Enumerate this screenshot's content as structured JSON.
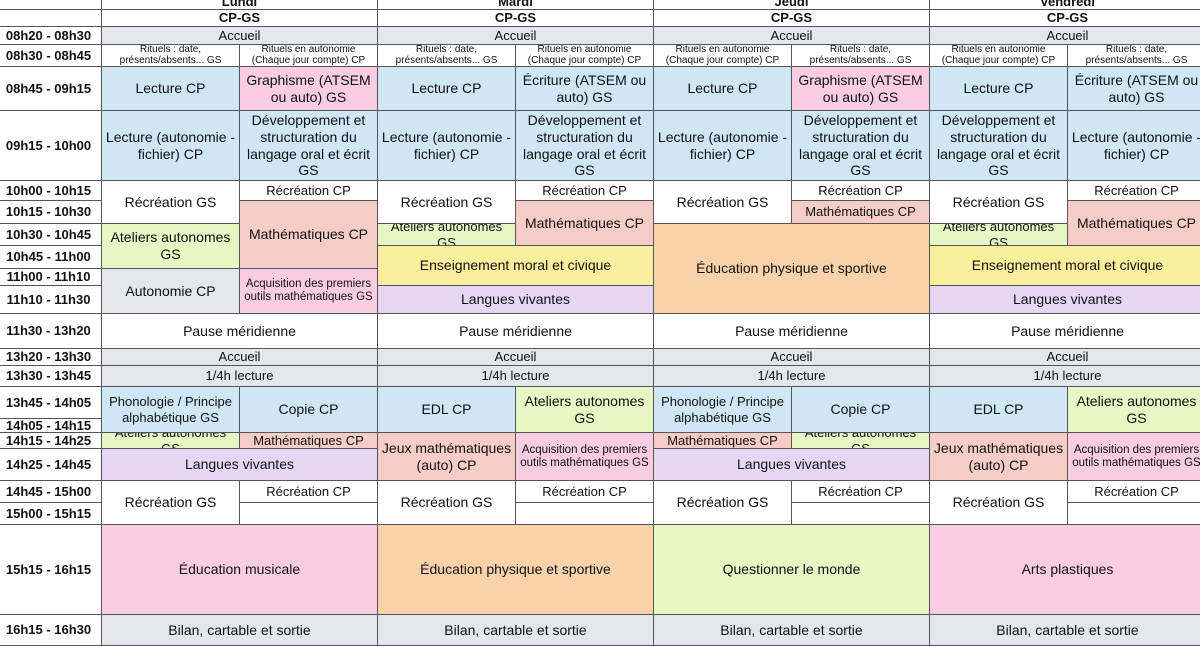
{
  "days": [
    {
      "name": "Lundi",
      "class": "CP-GS"
    },
    {
      "name": "Mardi",
      "class": "CP-GS"
    },
    {
      "name": "Jeudi",
      "class": "CP-GS"
    },
    {
      "name": "Vendredi",
      "class": "CP-GS"
    }
  ],
  "times": [
    "08h20 - 08h30",
    "08h30 - 08h45",
    "08h45 - 09h15",
    "09h15 - 10h00",
    "10h00 - 10h15",
    "10h15 - 10h30",
    "10h30 - 10h45",
    "10h45 - 11h00",
    "11h00 - 11h10",
    "11h10 - 11h30",
    "11h30 - 13h20",
    "13h20 - 13h30",
    "13h30 - 13h45",
    "13h45 - 14h05",
    "14h05 - 14h15",
    "14h15 - 14h25",
    "14h25 - 14h45",
    "14h45 - 15h00",
    "15h00 - 15h15",
    "15h15 - 16h15",
    "16h15 - 16h30"
  ],
  "colors": {
    "white": "#ffffff",
    "gray": "#e3e6ec",
    "blue": "#cfe6f5",
    "pink": "#f8cde2",
    "green": "#e6f6c4",
    "salmon": "#f6cdc6",
    "orange": "#f8d3aa",
    "yellow": "#f9ee9c",
    "purple": "#e6d6f6"
  },
  "cells": [
    {
      "day": 0,
      "col": "full",
      "r0": 0,
      "r1": 0,
      "text": "Accueil",
      "color": "gray"
    },
    {
      "day": 0,
      "col": "L",
      "r0": 1,
      "r1": 1,
      "text": "Rituels : date, présents/absents... GS",
      "color": "white",
      "size": "sz10"
    },
    {
      "day": 0,
      "col": "R",
      "r0": 1,
      "r1": 1,
      "text": "Rituels en autonomie (Chaque jour compte) CP",
      "color": "white",
      "size": "sz10"
    },
    {
      "day": 0,
      "col": "L",
      "r0": 2,
      "r1": 2,
      "text": "Lecture CP",
      "color": "blue"
    },
    {
      "day": 0,
      "col": "R",
      "r0": 2,
      "r1": 2,
      "text": "Graphisme (ATSEM ou auto) GS",
      "color": "pink"
    },
    {
      "day": 0,
      "col": "L",
      "r0": 3,
      "r1": 3,
      "text": "Lecture (autonomie - fichier) CP",
      "color": "blue"
    },
    {
      "day": 0,
      "col": "R",
      "r0": 3,
      "r1": 3,
      "text": "Développement et structuration du langage oral et écrit GS",
      "color": "blue"
    },
    {
      "day": 0,
      "col": "L",
      "r0": 4,
      "r1": 5,
      "text": "Récréation GS",
      "color": "white"
    },
    {
      "day": 0,
      "col": "R",
      "r0": 4,
      "r1": 4,
      "text": "Récréation CP",
      "color": "white"
    },
    {
      "day": 0,
      "col": "R",
      "r0": 5,
      "r1": 7,
      "text": "Mathématiques CP",
      "color": "salmon"
    },
    {
      "day": 0,
      "col": "L",
      "r0": 6,
      "r1": 7,
      "text": "Ateliers autonomes GS",
      "color": "green"
    },
    {
      "day": 0,
      "col": "L",
      "r0": 8,
      "r1": 9,
      "text": "Autonomie CP",
      "color": "gray"
    },
    {
      "day": 0,
      "col": "R",
      "r0": 8,
      "r1": 9,
      "text": "Acquisition des premiers outils mathématiques GS",
      "color": "pink",
      "size": "sz11"
    },
    {
      "day": 0,
      "col": "full",
      "r0": 10,
      "r1": 10,
      "text": "Pause méridienne",
      "color": "white"
    },
    {
      "day": 0,
      "col": "full",
      "r0": 11,
      "r1": 11,
      "text": "Accueil",
      "color": "gray"
    },
    {
      "day": 0,
      "col": "full",
      "r0": 12,
      "r1": 12,
      "text": "1/4h lecture",
      "color": "gray"
    },
    {
      "day": 0,
      "col": "L",
      "r0": 13,
      "r1": 14,
      "text": "Phonologie / Principe alphabétique GS",
      "color": "blue",
      "size": "sz13"
    },
    {
      "day": 0,
      "col": "R",
      "r0": 13,
      "r1": 14,
      "text": "Copie CP",
      "color": "blue"
    },
    {
      "day": 0,
      "col": "L",
      "r0": 15,
      "r1": 15,
      "text": "Ateliers autonomes GS",
      "color": "green",
      "size": "sz13"
    },
    {
      "day": 0,
      "col": "R",
      "r0": 15,
      "r1": 15,
      "text": "Mathématiques CP",
      "color": "salmon"
    },
    {
      "day": 0,
      "col": "full",
      "r0": 16,
      "r1": 16,
      "text": "Langues vivantes",
      "color": "purple"
    },
    {
      "day": 0,
      "col": "L",
      "r0": 17,
      "r1": 18,
      "text": "Récréation GS",
      "color": "white"
    },
    {
      "day": 0,
      "col": "R",
      "r0": 17,
      "r1": 17,
      "text": "Récréation CP",
      "color": "white"
    },
    {
      "day": 0,
      "col": "R",
      "r0": 18,
      "r1": 18,
      "text": "",
      "color": "white"
    },
    {
      "day": 0,
      "col": "full",
      "r0": 19,
      "r1": 19,
      "text": "Éducation musicale",
      "color": "pink"
    },
    {
      "day": 0,
      "col": "full",
      "r0": 20,
      "r1": 20,
      "text": "Bilan, cartable et sortie",
      "color": "gray"
    },
    {
      "day": 1,
      "col": "full",
      "r0": 0,
      "r1": 0,
      "text": "Accueil",
      "color": "gray"
    },
    {
      "day": 1,
      "col": "L",
      "r0": 1,
      "r1": 1,
      "text": "Rituels : date, présents/absents... GS",
      "color": "white",
      "size": "sz10"
    },
    {
      "day": 1,
      "col": "R",
      "r0": 1,
      "r1": 1,
      "text": "Rituels en autonomie (Chaque jour compte) CP",
      "color": "white",
      "size": "sz10"
    },
    {
      "day": 1,
      "col": "L",
      "r0": 2,
      "r1": 2,
      "text": "Lecture CP",
      "color": "blue"
    },
    {
      "day": 1,
      "col": "R",
      "r0": 2,
      "r1": 2,
      "text": "Écriture (ATSEM ou auto) GS",
      "color": "blue"
    },
    {
      "day": 1,
      "col": "L",
      "r0": 3,
      "r1": 3,
      "text": "Lecture (autonomie - fichier) CP",
      "color": "blue"
    },
    {
      "day": 1,
      "col": "R",
      "r0": 3,
      "r1": 3,
      "text": "Développement et structuration du langage oral et écrit GS",
      "color": "blue"
    },
    {
      "day": 1,
      "col": "L",
      "r0": 4,
      "r1": 5,
      "text": "Récréation GS",
      "color": "white"
    },
    {
      "day": 1,
      "col": "R",
      "r0": 4,
      "r1": 4,
      "text": "Récréation CP",
      "color": "white"
    },
    {
      "day": 1,
      "col": "R",
      "r0": 5,
      "r1": 6,
      "text": "Mathématiques CP",
      "color": "salmon"
    },
    {
      "day": 1,
      "col": "L",
      "r0": 6,
      "r1": 6,
      "text": "Ateliers autonomes GS",
      "color": "green",
      "size": "sz13"
    },
    {
      "day": 1,
      "col": "full",
      "r0": 7,
      "r1": 8,
      "text": "Enseignement moral et civique",
      "color": "yellow"
    },
    {
      "day": 1,
      "col": "full",
      "r0": 9,
      "r1": 9,
      "text": "Langues vivantes",
      "color": "purple"
    },
    {
      "day": 1,
      "col": "full",
      "r0": 10,
      "r1": 10,
      "text": "Pause méridienne",
      "color": "white"
    },
    {
      "day": 1,
      "col": "full",
      "r0": 11,
      "r1": 11,
      "text": "Accueil",
      "color": "gray"
    },
    {
      "day": 1,
      "col": "full",
      "r0": 12,
      "r1": 12,
      "text": "1/4h lecture",
      "color": "gray"
    },
    {
      "day": 1,
      "col": "L",
      "r0": 13,
      "r1": 14,
      "text": "EDL CP",
      "color": "blue"
    },
    {
      "day": 1,
      "col": "R",
      "r0": 13,
      "r1": 14,
      "text": "Ateliers autonomes GS",
      "color": "green"
    },
    {
      "day": 1,
      "col": "L",
      "r0": 15,
      "r1": 16,
      "text": "Jeux mathématiques (auto) CP",
      "color": "salmon"
    },
    {
      "day": 1,
      "col": "R",
      "r0": 15,
      "r1": 16,
      "text": "Acquisition des premiers outils mathématiques GS",
      "color": "pink",
      "size": "sz11"
    },
    {
      "day": 1,
      "col": "L",
      "r0": 17,
      "r1": 18,
      "text": "Récréation GS",
      "color": "white"
    },
    {
      "day": 1,
      "col": "R",
      "r0": 17,
      "r1": 17,
      "text": "Récréation CP",
      "color": "white"
    },
    {
      "day": 1,
      "col": "R",
      "r0": 18,
      "r1": 18,
      "text": "",
      "color": "white"
    },
    {
      "day": 1,
      "col": "full",
      "r0": 19,
      "r1": 19,
      "text": "Éducation physique et sportive",
      "color": "orange"
    },
    {
      "day": 1,
      "col": "full",
      "r0": 20,
      "r1": 20,
      "text": "Bilan, cartable et sortie",
      "color": "gray"
    },
    {
      "day": 2,
      "col": "full",
      "r0": 0,
      "r1": 0,
      "text": "Accueil",
      "color": "gray"
    },
    {
      "day": 2,
      "col": "L",
      "r0": 1,
      "r1": 1,
      "text": "Rituels en autonomie (Chaque jour compte) CP",
      "color": "white",
      "size": "sz10"
    },
    {
      "day": 2,
      "col": "R",
      "r0": 1,
      "r1": 1,
      "text": "Rituels : date, présents/absents... GS",
      "color": "white",
      "size": "sz10"
    },
    {
      "day": 2,
      "col": "L",
      "r0": 2,
      "r1": 2,
      "text": "Lecture CP",
      "color": "blue"
    },
    {
      "day": 2,
      "col": "R",
      "r0": 2,
      "r1": 2,
      "text": "Graphisme (ATSEM ou auto) GS",
      "color": "pink"
    },
    {
      "day": 2,
      "col": "L",
      "r0": 3,
      "r1": 3,
      "text": "Lecture (autonomie - fichier) CP",
      "color": "blue"
    },
    {
      "day": 2,
      "col": "R",
      "r0": 3,
      "r1": 3,
      "text": "Développement et structuration du langage oral et écrit GS",
      "color": "blue"
    },
    {
      "day": 2,
      "col": "L",
      "r0": 4,
      "r1": 5,
      "text": "Récréation GS",
      "color": "white"
    },
    {
      "day": 2,
      "col": "R",
      "r0": 4,
      "r1": 4,
      "text": "Récréation CP",
      "color": "white"
    },
    {
      "day": 2,
      "col": "R",
      "r0": 5,
      "r1": 5,
      "text": "Mathématiques CP",
      "color": "salmon",
      "size": "sz13"
    },
    {
      "day": 2,
      "col": "full",
      "r0": 6,
      "r1": 9,
      "text": "Éducation physique et sportive",
      "color": "orange"
    },
    {
      "day": 2,
      "col": "full",
      "r0": 10,
      "r1": 10,
      "text": "Pause méridienne",
      "color": "white"
    },
    {
      "day": 2,
      "col": "full",
      "r0": 11,
      "r1": 11,
      "text": "Accueil",
      "color": "gray"
    },
    {
      "day": 2,
      "col": "full",
      "r0": 12,
      "r1": 12,
      "text": "1/4h lecture",
      "color": "gray"
    },
    {
      "day": 2,
      "col": "L",
      "r0": 13,
      "r1": 14,
      "text": "Phonologie / Principe alphabétique GS",
      "color": "blue",
      "size": "sz13"
    },
    {
      "day": 2,
      "col": "R",
      "r0": 13,
      "r1": 14,
      "text": "Copie CP",
      "color": "blue"
    },
    {
      "day": 2,
      "col": "L",
      "r0": 15,
      "r1": 15,
      "text": "Mathématiques CP",
      "color": "salmon"
    },
    {
      "day": 2,
      "col": "R",
      "r0": 15,
      "r1": 15,
      "text": "Ateliers autonomes GS",
      "color": "green",
      "size": "sz13"
    },
    {
      "day": 2,
      "col": "full",
      "r0": 16,
      "r1": 16,
      "text": "Langues vivantes",
      "color": "purple"
    },
    {
      "day": 2,
      "col": "L",
      "r0": 17,
      "r1": 18,
      "text": "Récréation GS",
      "color": "white"
    },
    {
      "day": 2,
      "col": "R",
      "r0": 17,
      "r1": 17,
      "text": "Récréation CP",
      "color": "white"
    },
    {
      "day": 2,
      "col": "R",
      "r0": 18,
      "r1": 18,
      "text": "",
      "color": "white"
    },
    {
      "day": 2,
      "col": "full",
      "r0": 19,
      "r1": 19,
      "text": "Questionner le monde",
      "color": "green"
    },
    {
      "day": 2,
      "col": "full",
      "r0": 20,
      "r1": 20,
      "text": "Bilan, cartable et sortie",
      "color": "gray"
    },
    {
      "day": 3,
      "col": "full",
      "r0": 0,
      "r1": 0,
      "text": "Accueil",
      "color": "gray"
    },
    {
      "day": 3,
      "col": "L",
      "r0": 1,
      "r1": 1,
      "text": "Rituels en autonomie (Chaque jour compte) CP",
      "color": "white",
      "size": "sz10"
    },
    {
      "day": 3,
      "col": "R",
      "r0": 1,
      "r1": 1,
      "text": "Rituels : date, présents/absents... GS",
      "color": "white",
      "size": "sz10"
    },
    {
      "day": 3,
      "col": "L",
      "r0": 2,
      "r1": 2,
      "text": "Lecture CP",
      "color": "blue"
    },
    {
      "day": 3,
      "col": "R",
      "r0": 2,
      "r1": 2,
      "text": "Écriture (ATSEM ou auto) GS",
      "color": "blue"
    },
    {
      "day": 3,
      "col": "L",
      "r0": 3,
      "r1": 3,
      "text": "Développement et structuration du langage oral et écrit GS",
      "color": "blue"
    },
    {
      "day": 3,
      "col": "R",
      "r0": 3,
      "r1": 3,
      "text": "Lecture (autonomie - fichier) CP",
      "color": "blue"
    },
    {
      "day": 3,
      "col": "L",
      "r0": 4,
      "r1": 5,
      "text": "Récréation GS",
      "color": "white"
    },
    {
      "day": 3,
      "col": "R",
      "r0": 4,
      "r1": 4,
      "text": "Récréation CP",
      "color": "white"
    },
    {
      "day": 3,
      "col": "R",
      "r0": 5,
      "r1": 6,
      "text": "Mathématiques CP",
      "color": "salmon"
    },
    {
      "day": 3,
      "col": "L",
      "r0": 6,
      "r1": 6,
      "text": "Ateliers autonomes GS",
      "color": "green",
      "size": "sz13"
    },
    {
      "day": 3,
      "col": "full",
      "r0": 7,
      "r1": 8,
      "text": "Enseignement moral et civique",
      "color": "yellow"
    },
    {
      "day": 3,
      "col": "full",
      "r0": 9,
      "r1": 9,
      "text": "Langues vivantes",
      "color": "purple"
    },
    {
      "day": 3,
      "col": "full",
      "r0": 10,
      "r1": 10,
      "text": "Pause méridienne",
      "color": "white"
    },
    {
      "day": 3,
      "col": "full",
      "r0": 11,
      "r1": 11,
      "text": "Accueil",
      "color": "gray"
    },
    {
      "day": 3,
      "col": "full",
      "r0": 12,
      "r1": 12,
      "text": "1/4h lecture",
      "color": "gray"
    },
    {
      "day": 3,
      "col": "L",
      "r0": 13,
      "r1": 14,
      "text": "EDL CP",
      "color": "blue"
    },
    {
      "day": 3,
      "col": "R",
      "r0": 13,
      "r1": 14,
      "text": "Ateliers autonomes GS",
      "color": "green"
    },
    {
      "day": 3,
      "col": "L",
      "r0": 15,
      "r1": 16,
      "text": "Jeux mathématiques (auto) CP",
      "color": "salmon"
    },
    {
      "day": 3,
      "col": "R",
      "r0": 15,
      "r1": 16,
      "text": "Acquisition des premiers outils mathématiques GS",
      "color": "pink",
      "size": "sz11"
    },
    {
      "day": 3,
      "col": "L",
      "r0": 17,
      "r1": 18,
      "text": "Récréation GS",
      "color": "white"
    },
    {
      "day": 3,
      "col": "R",
      "r0": 17,
      "r1": 17,
      "text": "Récréation CP",
      "color": "white"
    },
    {
      "day": 3,
      "col": "R",
      "r0": 18,
      "r1": 18,
      "text": "",
      "color": "white"
    },
    {
      "day": 3,
      "col": "full",
      "r0": 19,
      "r1": 19,
      "text": "Arts plastiques",
      "color": "pink"
    },
    {
      "day": 3,
      "col": "full",
      "r0": 20,
      "r1": 20,
      "text": "Bilan, cartable et sortie",
      "color": "gray"
    }
  ]
}
